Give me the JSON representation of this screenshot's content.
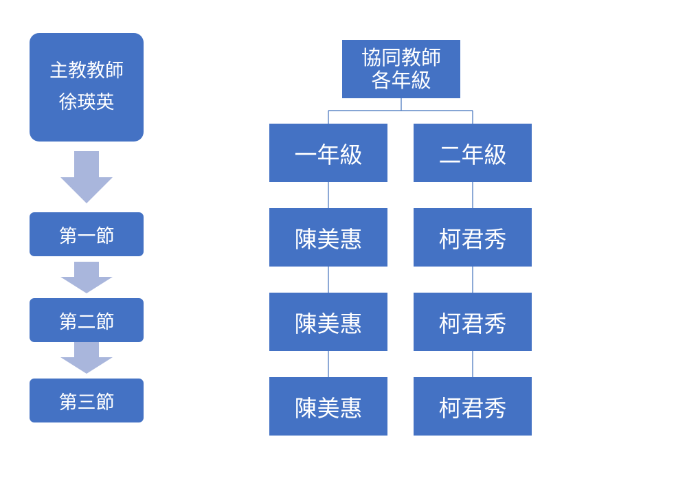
{
  "colors": {
    "box_fill": "#4472c4",
    "arrow_fill": "#a9b6dc",
    "connector": "#3f6fba",
    "text": "#ffffff"
  },
  "left_flow": {
    "lead_teacher": {
      "line1": "主教教師",
      "line2": "徐瑛英"
    },
    "sessions": [
      "第一節",
      "第二節",
      "第三節"
    ]
  },
  "org_chart": {
    "root": {
      "line1": "協同教師",
      "line2": "各年級"
    },
    "columns": [
      {
        "grade": "一年級",
        "teachers": [
          "陳美惠",
          "陳美惠",
          "陳美惠"
        ]
      },
      {
        "grade": "二年級",
        "teachers": [
          "柯君秀",
          "柯君秀",
          "柯君秀"
        ]
      }
    ]
  }
}
